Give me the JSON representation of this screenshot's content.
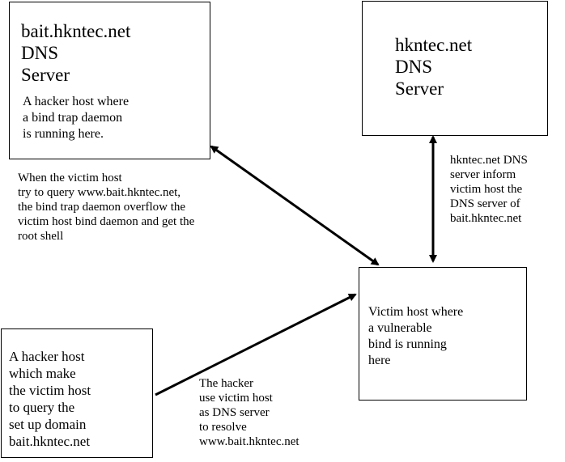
{
  "diagram": {
    "bait_server": {
      "title_lines": [
        "bait.hkntec.net",
        "DNS",
        "Server"
      ],
      "desc_lines": [
        "A hacker host where",
        "a bind trap daemon",
        "is running here."
      ]
    },
    "hkntec_server": {
      "title_lines": [
        "hkntec.net",
        "DNS",
        "Server"
      ]
    },
    "victim_host": {
      "desc_lines": [
        "Victim host where",
        "a vulnerable",
        "bind is running",
        "here"
      ]
    },
    "hacker_host": {
      "desc_lines": [
        "A hacker host",
        "which make",
        "the victim host",
        "to query the",
        "set up domain",
        "bait.hkntec.net"
      ]
    },
    "annotations": {
      "overflow_note": [
        "When the victim host",
        "try to query www.bait.hkntec.net,",
        "the bind trap daemon overflow the",
        "victim host bind daemon and get the",
        "root shell"
      ],
      "inform_note": [
        "hkntec.net DNS",
        "server inform",
        "victim host the",
        "DNS server of",
        "bait.hkntec.net"
      ],
      "resolve_note": [
        "The hacker",
        "use victim host",
        "as DNS server",
        "to resolve",
        "www.bait.hkntec.net"
      ]
    },
    "colors": {
      "stroke": "#000000",
      "background": "#ffffff"
    }
  }
}
